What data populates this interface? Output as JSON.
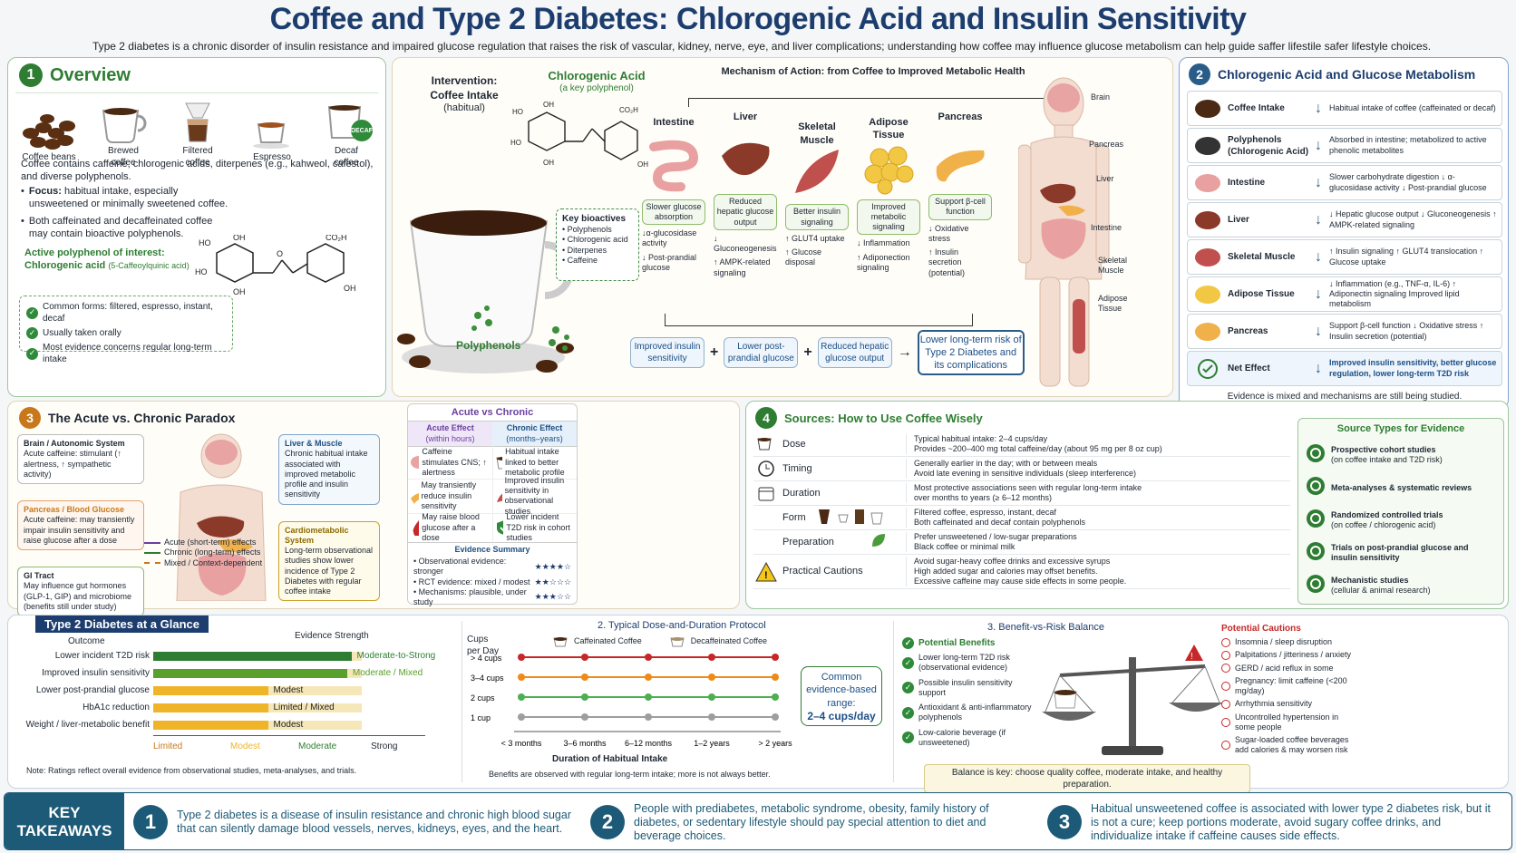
{
  "header": {
    "title": "Coffee and Type 2 Diabetes: Chlorogenic Acid and Insulin Sensitivity",
    "subtitle": "Type 2 diabetes is a chronic disorder of insulin resistance and impaired glucose regulation that raises the risk of vascular, kidney, nerve, eye, and liver complications; understanding how coffee may influence glucose metabolism can help guide saffer lifestile safer lifestyle choices."
  },
  "overview": {
    "number": "1",
    "title": "Overview",
    "products": [
      "Coffee beans",
      "Brewed coffee",
      "Filtered coffee",
      "Espresso",
      "Decaf coffee"
    ],
    "decaf_badge": "DECAF",
    "intro": "Coffee contains caffeine, chlorogenic acids, diterpenes (e.g., kahweol, cafestol), and diverse polyphenols.",
    "bullets": [
      {
        "bold": "Focus:",
        "text": " habitual intake, especially unsweetened or minimally sweetened coffee."
      },
      {
        "bold": "",
        "text": "Both caffeinated and decaffeinated coffee may contain bioactive polyphenols."
      }
    ],
    "polyphenol_label": "Active polyphenol of interest:",
    "polyphenol_name": "Chlorogenic acid",
    "polyphenol_sub": "(5-Caffeoylquinic acid)",
    "checks": [
      "Common forms: filtered, espresso, instant, decaf",
      "Usually taken orally",
      "Most evidence concerns regular long-term intake"
    ]
  },
  "mechanism": {
    "intervention_title": "Intervention: Coffee Intake",
    "intervention_sub": "(habitual)",
    "cga_title": "Chlorogenic Acid",
    "cga_sub": "(a key polyphenol)",
    "title": "Mechanism of Action: from Coffee to Improved Metabolic Health",
    "bioactives_title": "Key bioactives",
    "bioactives": [
      "Polyphenols",
      "Chlorogenic acid",
      "Diterpenes",
      "Caffeine"
    ],
    "polyphenols_label": "Polyphenols",
    "organs": [
      {
        "name": "Intestine",
        "effect": "Slower glucose absorption",
        "details": [
          "↓α-glucosidase activity",
          "↓ Post-prandial glucose"
        ],
        "color": "#e8a0a0"
      },
      {
        "name": "Liver",
        "effect": "Reduced hepatic glucose output",
        "details": [
          "↓ Gluconeogenesis",
          "↑ AMPK-related signaling"
        ],
        "color": "#8b3a2a"
      },
      {
        "name": "Skeletal Muscle",
        "effect": "Better insulin signaling",
        "details": [
          "↑ GLUT4 uptake",
          "↑ Glucose disposal"
        ],
        "color": "#c0504d"
      },
      {
        "name": "Adipose Tissue",
        "effect": "Improved metabolic signaling",
        "details": [
          "↓ Inflammation",
          "↑ Adiponection signaling"
        ],
        "color": "#f2c744"
      },
      {
        "name": "Pancreas",
        "effect": "Support β-cell function",
        "details": [
          "↓ Oxidative stress",
          "↑ Insulin secretion (potential)"
        ],
        "color": "#f0b04a"
      }
    ],
    "outcomes": [
      "Improved insulin sensitivity",
      "Lower post-prandial glucose",
      "Reduced hepatic glucose output"
    ],
    "final_outcome": "Lower long-term risk of Type 2 Diabetes and its complications",
    "body_labels": [
      "Brain",
      "Pancreas",
      "Liver",
      "Intestine",
      "Skeletal Muscle",
      "Adipose Tissue"
    ]
  },
  "cga_panel": {
    "number": "2",
    "title": "Chlorogenic Acid and Glucose Metabolism",
    "rows": [
      {
        "label": "Coffee Intake",
        "text": "Habitual intake of coffee (caffeinated or decaf)"
      },
      {
        "label": "Polyphenols (Chlorogenic Acid)",
        "text": "Absorbed in intestine; metabolized to active phenolic metabolites"
      },
      {
        "label": "Intestine",
        "text": "Slower carbohydrate digestion ↓ α-glucosidase activity ↓ Post-prandial glucose"
      },
      {
        "label": "Liver",
        "text": "↓ Hepatic glucose output ↓ Gluconeogenesis ↑ AMPK-related signaling"
      },
      {
        "label": "Skeletal Muscle",
        "text": "↑ Insulin signaling ↑ GLUT4 translocation ↑ Glucose uptake"
      },
      {
        "label": "Adipose Tissue",
        "text": "↓ Inflammation (e.g., TNF-α, IL-6) ↑ Adiponectin signaling Improved lipid metabolism"
      },
      {
        "label": "Pancreas",
        "text": "Support β-cell function ↓ Oxidative stress ↑ Insulin secretion (potential)"
      },
      {
        "label": "Net Effect",
        "text": "Improved insulin sensitivity, better glucose regulation, lower long-term T2D risk"
      }
    ],
    "footer": "Evidence is mixed and mechanisms are still being studied."
  },
  "paradox": {
    "number": "3",
    "title": "The Acute vs. Chronic Paradox",
    "left": [
      {
        "title": "Brain / Autonomic System",
        "text": "Acute caffeine: stimulant (↑ alertness, ↑ sympathetic activity)"
      },
      {
        "title": "Pancreas / Blood Glucose",
        "text": "Acute caffeine: may transiently impair insulin sensitivity and raise glucose after a dose"
      },
      {
        "title": "GI Tract",
        "text": "May influence gut hormones (GLP-1, GIP) and microbiome (benefits still under study)"
      }
    ],
    "right": [
      {
        "title": "Liver & Muscle",
        "text": "Chronic habitual intake associated with improved metabolic profile and insulin sensitivity"
      },
      {
        "title": "Cardiometabolic System",
        "text": "Long-term observational studies show lower incidence of Type 2 Diabetes with regular coffee intake"
      }
    ],
    "legend": [
      "Acute (short-term) effects",
      "Chronic (long-term) effects",
      "Mixed / Context-dependent"
    ],
    "table_title": "Acute vs Chronic",
    "acute_head": "Acute Effect",
    "acute_sub": "(within hours)",
    "chronic_head": "Chronic Effect",
    "chronic_sub": "(months–years)",
    "acute": [
      "Caffeine stimulates CNS; ↑ alertness",
      "May transiently reduce insulin sensitivity",
      "May raise blood glucose after a dose"
    ],
    "chronic": [
      "Habitual intake linked to better metabolic profile",
      "Improved insulin sensitivity in observational studies",
      "Lower incident T2D risk in cohort studies"
    ],
    "summary_title": "Evidence Summary",
    "summary": [
      {
        "text": "Observational evidence: stronger",
        "stars": "★★★★☆"
      },
      {
        "text": "RCT evidence: mixed / modest",
        "stars": "★★☆☆☆"
      },
      {
        "text": "Mechanisms: plausible, under study",
        "stars": "★★★☆☆"
      }
    ]
  },
  "sources": {
    "number": "4",
    "title": "Sources: How to Use Coffee Wisely",
    "rows": [
      {
        "label": "Dose",
        "l1": "Typical habitual intake: 2–4 cups/day",
        "l2": "Provides ~200–400 mg total caffeine/day (about 95 mg per 8 oz cup)"
      },
      {
        "label": "Timing",
        "l1": "Generally earlier in the day; with or between meals",
        "l2": "Avoid late evening in sensitive individuals (sleep interference)"
      },
      {
        "label": "Duration",
        "l1": "Most protective associations seen with regular long-term intake",
        "l2": "over months to years (≥ 6–12 months)"
      },
      {
        "label": "Form",
        "l1": "Filtered coffee, espresso, instant, decaf",
        "l2": "Both caffeinated and decaf contain polyphenols"
      },
      {
        "label": "Preparation",
        "l1": "Prefer unsweetened / low-sugar preparations",
        "l2": "Black coffee or minimal milk"
      },
      {
        "label": "Practical Cautions",
        "l1": "Avoid sugar-heavy coffee drinks and excessive syrups",
        "l2": "High added sugar and calories may offset benefits.",
        "l3": "Excessive caffeine may cause side effects in some people."
      }
    ],
    "evidence_title": "Source Types for Evidence",
    "evidence": [
      {
        "title": "Prospective cohort studies",
        "sub": "(on coffee intake and T2D risk)"
      },
      {
        "title": "Meta-analyses & systematic reviews",
        "sub": ""
      },
      {
        "title": "Randomized controlled trials",
        "sub": "(on coffee / chlorogenic acid)"
      },
      {
        "title": "Trials on post-prandial glucose and insulin sensitivity",
        "sub": ""
      },
      {
        "title": "Mechanistic studies",
        "sub": "(cellular & animal research)"
      }
    ]
  },
  "glance": {
    "title": "Type 2 Diabetes at a Glance",
    "col_outcome": "Outcome",
    "col_strength": "Evidence Strength",
    "rows": [
      {
        "outcome": "Lower incident T2D risk",
        "strength": "Moderate-to-Strong",
        "level": 0.95,
        "color": "#2e7d32"
      },
      {
        "outcome": "Improved insulin sensitivity",
        "strength": "Moderate / Mixed",
        "level": 0.93,
        "color": "#5aa02c"
      },
      {
        "outcome": "Lower post-prandial glucose",
        "strength": "Modest",
        "level": 0.55,
        "color": "#f0b429"
      },
      {
        "outcome": "HbA1c reduction",
        "strength": "Limited / Mixed",
        "level": 0.55,
        "color": "#f0b429"
      },
      {
        "outcome": "Weight / liver-metabolic benefit",
        "strength": "Modest",
        "level": 0.55,
        "color": "#f0b429"
      }
    ],
    "scale": [
      "Limited",
      "Modest",
      "Moderate",
      "Strong"
    ],
    "note": "Note: Ratings reflect overall evidence from observational studies, meta-analyses, and trials."
  },
  "dose": {
    "title": "2. Typical Dose-and-Duration Protocol",
    "y_title": "Cups per Day",
    "legend": [
      "Caffeinated Coffee",
      "Decaffeinated Coffee"
    ],
    "levels": [
      "> 4 cups",
      "3–4 cups",
      "2 cups",
      "1 cup"
    ],
    "level_colors": [
      "#c62828",
      "#ef8a17",
      "#4caf50",
      "#9e9e9e"
    ],
    "durations": [
      "< 3 months",
      "3–6 months",
      "6–12 months",
      "1–2 years",
      "> 2 years"
    ],
    "x_title": "Duration of Habitual Intake",
    "range_label": "Common evidence-based range:",
    "range_value": "2–4 cups/day",
    "footer": "Benefits are observed with regular long-term intake; more is not always better."
  },
  "balance": {
    "title": "3. Benefit-vs-Risk Balance",
    "benefits_title": "Potential Benefits",
    "benefits": [
      "Lower long-term T2D risk (observational evidence)",
      "Possible insulin sensitivity support",
      "Antioxidant & anti-inflammatory polyphenols",
      "Low-calorie beverage (if unsweetened)"
    ],
    "cautions_title": "Potential Cautions",
    "cautions": [
      "Insomnia / sleep disruption",
      "Palpitations / jitteriness / anxiety",
      "GERD / acid reflux in some",
      "Pregnancy: limit caffeine (<200 mg/day)",
      "Arrhythmia sensitivity",
      "Uncontrolled hypertension in some people",
      "Sugar-loaded coffee beverages add calories & may worsen risk"
    ],
    "footer": "Balance is key: choose quality coffee, moderate intake, and healthy preparation."
  },
  "takeaways": {
    "label": "KEY TAKEAWAYS",
    "items": [
      {
        "n": "1",
        "text": "Type 2 diabetes is a disease of insulin resistance and chronic high blood sugar that can silently damage blood vessels, nerves, kidneys, eyes, and the heart."
      },
      {
        "n": "2",
        "text": "People with prediabetes, metabolic syndrome, obesity, family history of diabetes, or sedentary lifestyle should pay special attention to diet and beverage choices."
      },
      {
        "n": "3",
        "text": "Habitual unsweetened coffee is associated with lower type 2 diabetes risk, but it is not a cure; keep portions moderate, avoid sugary coffee drinks, and individualize intake if caffeine causes side effects."
      }
    ]
  }
}
